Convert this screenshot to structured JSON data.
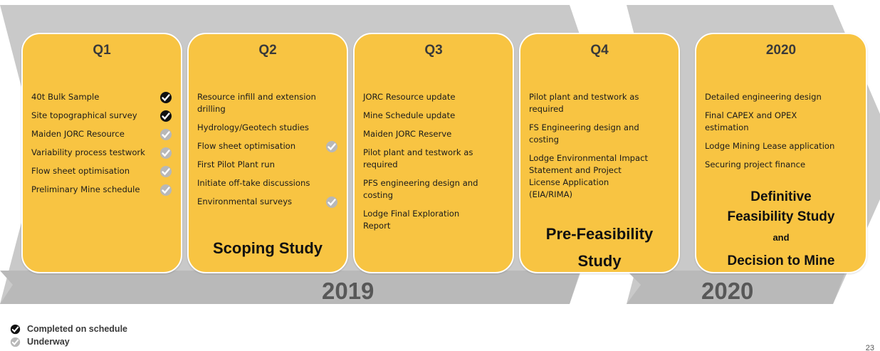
{
  "colors": {
    "card": "#f8c442",
    "arrow": "#c8c8c8",
    "arrow_edge": "#dcdcdc",
    "check_done": "#111111",
    "check_underway": "#b8b8b8"
  },
  "icons": {
    "done": "check-circle-black-icon",
    "underway": "check-circle-grey-icon"
  },
  "cards": [
    {
      "title": "Q1",
      "items": [
        {
          "text": "40t Bulk Sample",
          "status": "done"
        },
        {
          "text": "Site topographical survey",
          "status": "done"
        },
        {
          "text": "Maiden JORC Resource",
          "status": "underway"
        },
        {
          "text": "Variability process testwork",
          "status": "underway"
        },
        {
          "text": "Flow sheet optimisation",
          "status": "underway"
        },
        {
          "text": "Preliminary Mine schedule",
          "status": "underway"
        }
      ],
      "stage": []
    },
    {
      "title": "Q2",
      "items": [
        {
          "text": "Resource infill and extension drilling",
          "status": ""
        },
        {
          "text": "Hydrology/Geotech studies",
          "status": ""
        },
        {
          "text": "Flow sheet optimisation",
          "status": "underway"
        },
        {
          "text": "First Pilot Plant run",
          "status": ""
        },
        {
          "text": "Initiate off-take discussions",
          "status": ""
        },
        {
          "text": "Environmental surveys",
          "status": "underway"
        }
      ],
      "stage": [
        "Scoping Study"
      ]
    },
    {
      "title": "Q3",
      "items": [
        {
          "text": "JORC Resource update",
          "status": ""
        },
        {
          "text": "Mine Schedule update",
          "status": ""
        },
        {
          "text": "Maiden JORC Reserve",
          "status": ""
        },
        {
          "text": "Pilot plant and testwork as required",
          "status": ""
        },
        {
          "text": "PFS engineering design and costing",
          "status": ""
        },
        {
          "text": "Lodge Final Exploration Report",
          "status": ""
        }
      ],
      "stage": []
    },
    {
      "title": "Q4",
      "items": [
        {
          "text": "Pilot plant and testwork as required",
          "status": ""
        },
        {
          "text": "FS Engineering design and costing",
          "status": ""
        },
        {
          "text": "Lodge Environmental Impact Statement and Project License Application (EIA/RIMA)",
          "status": ""
        }
      ],
      "stage": [
        "Pre-Feasibility",
        "Study"
      ]
    },
    {
      "title": "2020",
      "items": [
        {
          "text": "Detailed engineering design",
          "status": ""
        },
        {
          "text": "Final CAPEX and OPEX estimation",
          "status": ""
        },
        {
          "text": "Lodge Mining Lease application",
          "status": ""
        },
        {
          "text": "Securing project finance",
          "status": ""
        }
      ],
      "stage": [
        "Definitive",
        "Feasibility Study",
        "and",
        "Decision to Mine"
      ]
    }
  ],
  "years": {
    "y2019": "2019",
    "y2020": "2020"
  },
  "legend": [
    {
      "label": "Completed on schedule",
      "status": "done"
    },
    {
      "label": "Underway",
      "status": "underway"
    }
  ],
  "page_number": "23"
}
